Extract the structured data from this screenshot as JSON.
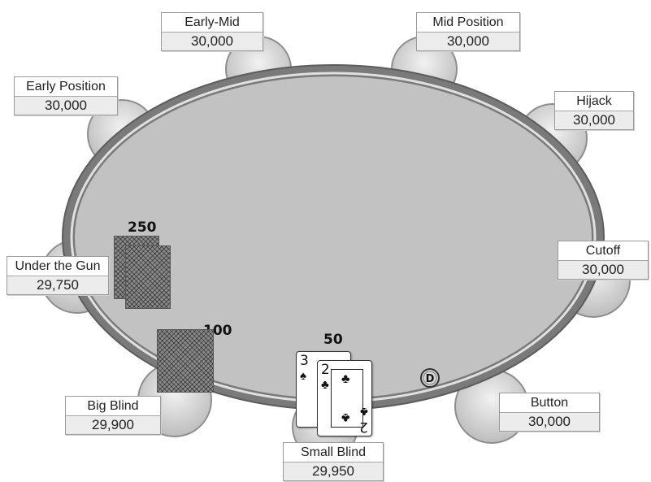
{
  "seats": {
    "early_mid": {
      "name": "Early-Mid",
      "chips": "30,000"
    },
    "mid_position": {
      "name": "Mid Position",
      "chips": "30,000"
    },
    "early_position": {
      "name": "Early Position",
      "chips": "30,000"
    },
    "hijack": {
      "name": "Hijack",
      "chips": "30,000"
    },
    "under_the_gun": {
      "name": "Under the Gun",
      "chips": "29,750"
    },
    "cutoff": {
      "name": "Cutoff",
      "chips": "30,000"
    },
    "big_blind": {
      "name": "Big Blind",
      "chips": "29,900"
    },
    "small_blind": {
      "name": "Small Blind",
      "chips": "29,950"
    },
    "button": {
      "name": "Button",
      "chips": "30,000"
    }
  },
  "bets": {
    "under_the_gun": "250",
    "big_blind": "100",
    "small_blind": "50"
  },
  "dealer_button": "D",
  "cards": {
    "card_1": {
      "rank": "3",
      "suit": "spade-icon"
    },
    "card_2": {
      "rank": "2",
      "suit": "club-icon"
    }
  },
  "colors": {
    "felt": "#c2c2c2",
    "rail": "#7a7a7a",
    "seat": "#dcdcdc"
  }
}
